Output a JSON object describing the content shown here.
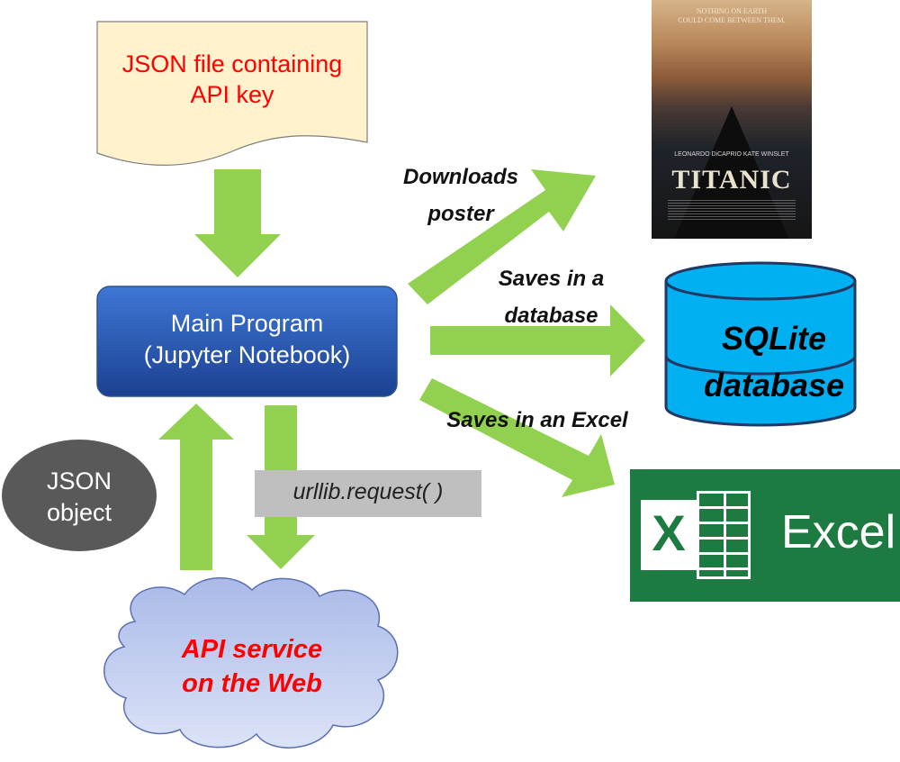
{
  "nodes": {
    "json_file": {
      "line1": "JSON file containing",
      "line2": "API key"
    },
    "main_program": {
      "line1": "Main Program",
      "line2": "(Jupyter Notebook)"
    },
    "json_object": {
      "line1": "JSON",
      "line2": "object"
    },
    "api_service": {
      "line1": "API service",
      "line2": "on the Web"
    },
    "sqlite": {
      "line1": "SQLite",
      "line2": "database"
    },
    "excel": {
      "word": "Excel",
      "letter": "X"
    },
    "poster": {
      "tagline_1": "NOTHING ON EARTH",
      "tagline_2": "COULD COME BETWEEN THEM.",
      "names": "LEONARDO DiCAPRIO     KATE WINSLET",
      "title": "TITANIC"
    }
  },
  "labels": {
    "downloads_1": "Downloads",
    "downloads_2": "poster",
    "saves_db_1": "Saves in a",
    "saves_db_2": "database",
    "saves_excel": "Saves in an Excel",
    "request": "urllib.request( )"
  },
  "colors": {
    "arrow": "#92d050",
    "json_file_fill": "#fff2cc",
    "main_fill_top": "#3a6fd0",
    "main_fill_bottom": "#1d4494",
    "cloud_fill": "#c3cff0",
    "db_fill": "#00b0f0",
    "excel_green": "#1d7b42",
    "json_object_fill": "#595959",
    "red_text": "#ff0000"
  }
}
